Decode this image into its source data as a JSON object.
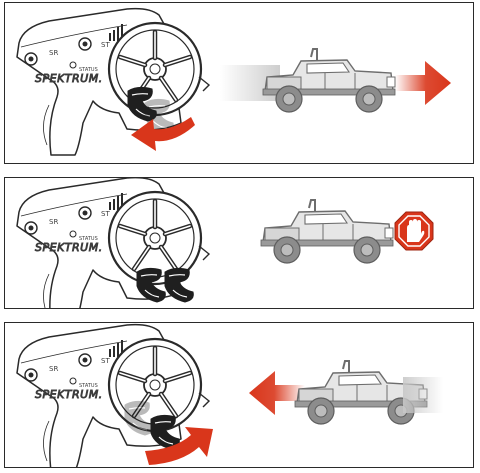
{
  "brand": "SPEKTRUM.",
  "switch_labels": {
    "steering_reverse": "SR",
    "steering_trim": "ST",
    "status": "STATUS"
  },
  "panels": [
    {
      "id": "forward",
      "trigger": "pulled",
      "truck_motion": "forward",
      "arrow_color": "#d9361b"
    },
    {
      "id": "brake",
      "trigger": "neutral",
      "truck_motion": "stopped",
      "sign_color": "#d9361b",
      "sign_icon": "stop-hand-icon"
    },
    {
      "id": "reverse",
      "trigger": "pushed",
      "truck_motion": "reverse",
      "arrow_color": "#d9361b"
    }
  ],
  "colors": {
    "accent": "#d9361b",
    "outline": "#2a2a2a",
    "vehicle_gray": "#8c8c8c"
  }
}
